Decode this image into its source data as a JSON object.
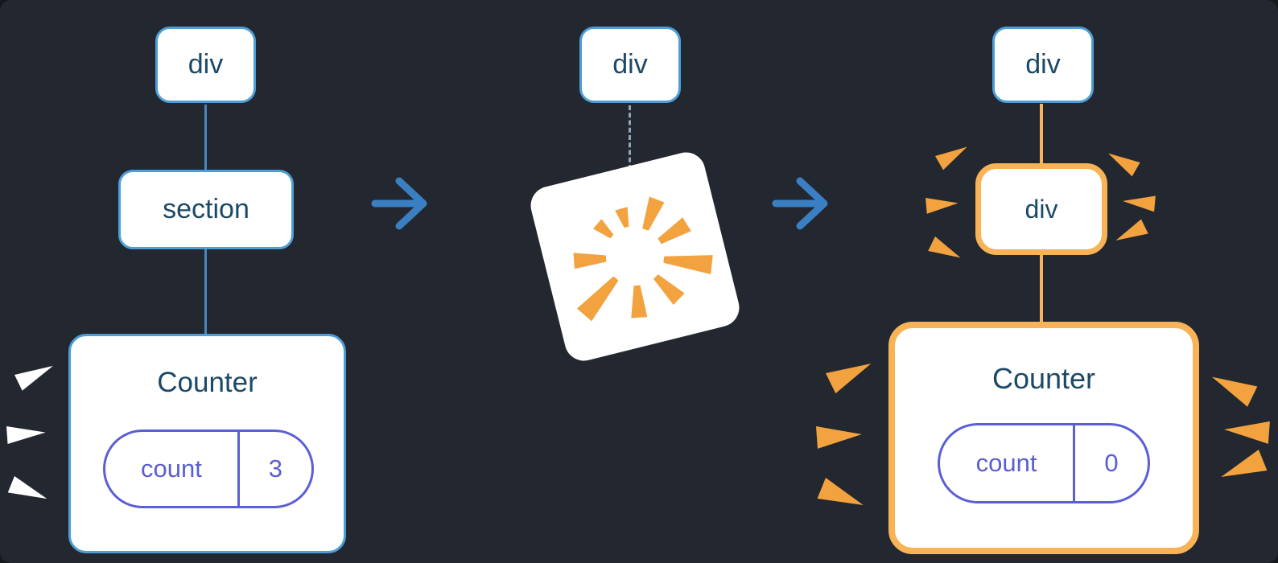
{
  "diagram": {
    "before": {
      "root_label": "div",
      "child_label": "section",
      "component": {
        "title": "Counter",
        "state_key": "count",
        "state_value": "3"
      }
    },
    "during": {
      "root_label": "div"
    },
    "after": {
      "root_label": "div",
      "child_label": "div",
      "component": {
        "title": "Counter",
        "state_key": "count",
        "state_value": "0"
      }
    }
  },
  "icons": {
    "arrow_right": "chevron-right-arrow",
    "poof": "starburst-explosion",
    "sparkle_white": "white-emphasis-dashes",
    "sparkle_orange": "orange-emphasis-dashes"
  },
  "colors": {
    "background": "#23272f",
    "node_border": "#4d9ed8",
    "node_text": "#1c4966",
    "edge": "#4787c2",
    "edge_dashed": "#8fa7bc",
    "arrow": "#3a7fc2",
    "state_border": "#5b5fd6",
    "state_text": "#5a5ed0",
    "highlight": "#f8b357",
    "burst": "#f2a23e",
    "sparkle_white": "#ffffff"
  }
}
